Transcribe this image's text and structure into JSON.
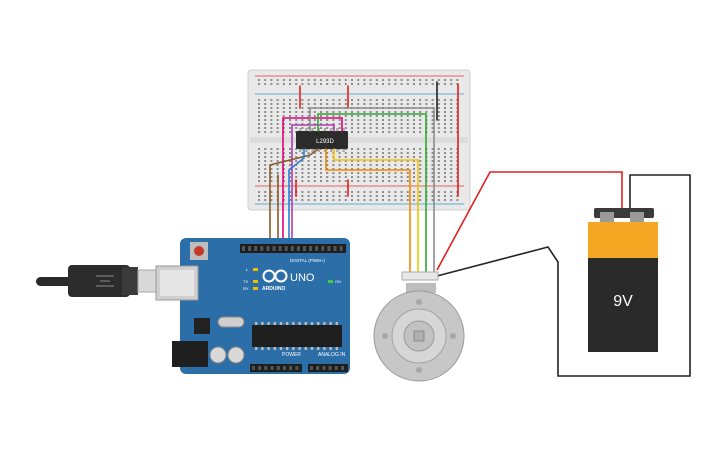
{
  "circuit": {
    "chip_label": "L293D",
    "arduino": {
      "logo_text": "ARDUINO",
      "model_label": "UNO",
      "digital_header_label": "DIGITAL (PWM~)",
      "power_label": "POWER",
      "analog_label": "ANALOG IN",
      "led_labels": [
        "L",
        "TX",
        "RX"
      ],
      "on_label": "ON"
    },
    "battery": {
      "voltage_label": "9V"
    },
    "colors": {
      "wire_red": "#e02020",
      "wire_black": "#222222",
      "wire_brown": "#8b5a2b",
      "wire_blue": "#2a7fd4",
      "wire_orange": "#f08a00",
      "wire_yellow": "#f2c200",
      "wire_green": "#2fa82f",
      "wire_purple": "#b03ab0",
      "wire_pink": "#e2007a",
      "wire_gray": "#8c8c8c",
      "board_blue": "#2b6ea8",
      "battery_orange": "#f5a623",
      "battery_black": "#2a2a2a"
    }
  }
}
